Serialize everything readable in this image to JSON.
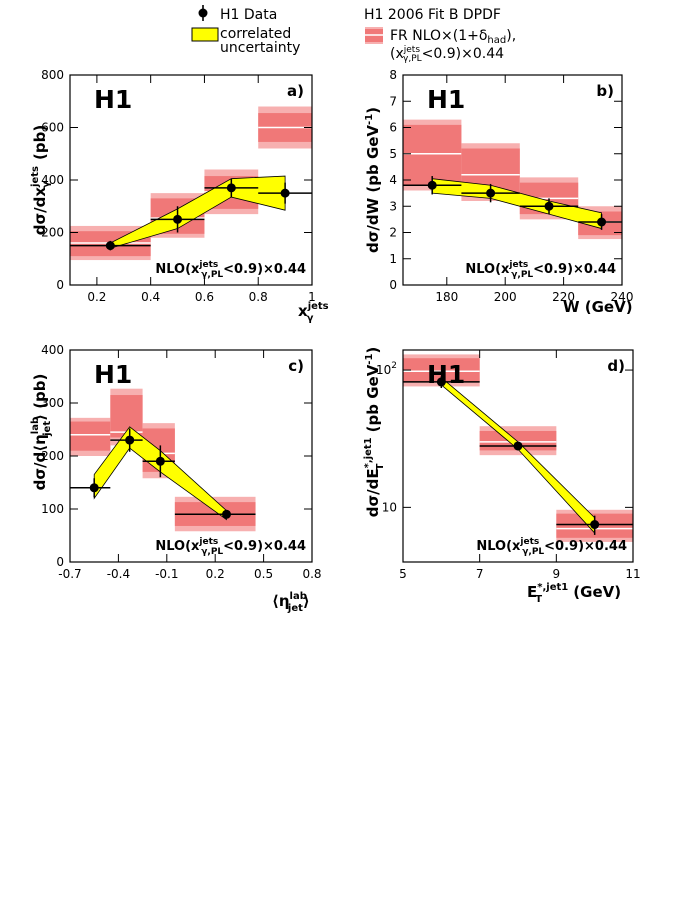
{
  "legend": {
    "data": "H1 Data",
    "corr_1": "correlated",
    "corr_2": "uncertainty",
    "fit": "H1 2006 Fit B DPDF",
    "nlo_1": "FR NLO×(1+δ_had),",
    "nlo_2": "(x_γ,PL^jets<0.9)×0.44"
  },
  "colors": {
    "data": "#000000",
    "band": "#ffff00",
    "band_edge": "#000000",
    "nlo_outer": "#f7b0b0",
    "nlo_inner": "#f07878",
    "nlo_center": "#ffffff"
  },
  "chart_data": [
    {
      "panel": "a",
      "type": "histogram",
      "logo": "H1",
      "tag": "a)",
      "note": "NLO(x_γ,PL^jets<0.9)×0.44",
      "ylabel": "dσ/dx_γ^jets (pb)",
      "xlabel": "x_γ^jets",
      "xlim": [
        0.1,
        1.0
      ],
      "ylim": [
        0,
        800
      ],
      "xticks": [
        0.2,
        0.4,
        0.6,
        0.8,
        1.0
      ],
      "xticklabels": [
        "0.2",
        "0.4",
        "0.6",
        "0.8",
        "1"
      ],
      "yticks": [
        0,
        200,
        400,
        600,
        800
      ],
      "yticklabels": [
        "0",
        "200",
        "400",
        "600",
        "800"
      ],
      "bins": [
        [
          0.1,
          0.4
        ],
        [
          0.4,
          0.6
        ],
        [
          0.6,
          0.8
        ],
        [
          0.8,
          1.0
        ]
      ],
      "data": [
        {
          "x": 0.25,
          "y": 150,
          "err": 18
        },
        {
          "x": 0.5,
          "y": 250,
          "err": 50
        },
        {
          "x": 0.7,
          "y": 370,
          "err": 35
        },
        {
          "x": 0.9,
          "y": 350,
          "err": 40
        }
      ],
      "band": [
        [
          140,
          160
        ],
        [
          215,
          290
        ],
        [
          335,
          405
        ],
        [
          285,
          415
        ]
      ],
      "nlo": [
        {
          "lo": 95,
          "hi": 225,
          "ilo": 110,
          "ihi": 205,
          "c": 160
        },
        {
          "lo": 180,
          "hi": 350,
          "ilo": 195,
          "ihi": 330,
          "c": 255
        },
        {
          "lo": 270,
          "hi": 440,
          "ilo": 290,
          "ihi": 415,
          "c": 355
        },
        {
          "lo": 520,
          "hi": 680,
          "ilo": 545,
          "ihi": 655,
          "c": 600
        }
      ]
    },
    {
      "panel": "b",
      "type": "histogram",
      "logo": "H1",
      "tag": "b)",
      "note": "NLO(x_γ,PL^jets<0.9)×0.44",
      "ylabel": "dσ/dW (pb GeV⁻¹)",
      "xlabel": "W (GeV)",
      "xlim": [
        165,
        240
      ],
      "ylim": [
        0,
        8
      ],
      "xticks": [
        180,
        200,
        220,
        240
      ],
      "xticklabels": [
        "180",
        "200",
        "220",
        "240"
      ],
      "yticks": [
        0,
        1,
        2,
        3,
        4,
        5,
        6,
        7,
        8
      ],
      "yticklabels": [
        "0",
        "1",
        "2",
        "3",
        "4",
        "5",
        "6",
        "7",
        "8"
      ],
      "bins": [
        [
          165,
          185
        ],
        [
          185,
          205
        ],
        [
          205,
          225
        ],
        [
          225,
          242
        ]
      ],
      "data": [
        {
          "x": 175,
          "y": 3.8,
          "err": 0.35
        },
        {
          "x": 195,
          "y": 3.5,
          "err": 0.35
        },
        {
          "x": 215,
          "y": 3.0,
          "err": 0.3
        },
        {
          "x": 233,
          "y": 2.4,
          "err": 0.3
        }
      ],
      "band": [
        [
          3.5,
          4.05
        ],
        [
          3.3,
          3.8
        ],
        [
          2.7,
          3.2
        ],
        [
          2.15,
          2.75
        ]
      ],
      "nlo": [
        {
          "lo": 3.6,
          "hi": 6.3,
          "ilo": 3.8,
          "ihi": 6.1,
          "c": 5.0
        },
        {
          "lo": 3.2,
          "hi": 5.4,
          "ilo": 3.4,
          "ihi": 5.2,
          "c": 4.2
        },
        {
          "lo": 2.5,
          "hi": 4.1,
          "ilo": 2.7,
          "ihi": 3.9,
          "c": 3.3
        },
        {
          "lo": 1.75,
          "hi": 3.0,
          "ilo": 1.9,
          "ihi": 2.8,
          "c": 2.4
        }
      ]
    },
    {
      "panel": "c",
      "type": "histogram",
      "logo": "H1",
      "tag": "c)",
      "note": "NLO(x_γ,PL^jets<0.9)×0.44",
      "ylabel": "dσ/d⟨η_jet^lab⟩ (pb)",
      "xlabel": "⟨η_jet^lab⟩",
      "xlim": [
        -0.7,
        0.8
      ],
      "ylim": [
        0,
        400
      ],
      "xticks": [
        -0.7,
        -0.4,
        -0.1,
        0.2,
        0.5,
        0.8
      ],
      "xticklabels": [
        "-0.7",
        "-0.4",
        "-0.1",
        "0.2",
        "0.5",
        "0.8"
      ],
      "yticks": [
        0,
        100,
        200,
        300,
        400
      ],
      "yticklabels": [
        "0",
        "100",
        "200",
        "300",
        "400"
      ],
      "bins": [
        [
          -0.7,
          -0.45
        ],
        [
          -0.45,
          -0.25
        ],
        [
          -0.25,
          -0.05
        ],
        [
          -0.05,
          0.45
        ]
      ],
      "data": [
        {
          "x": -0.55,
          "y": 140,
          "err": 18
        },
        {
          "x": -0.33,
          "y": 230,
          "err": 22
        },
        {
          "x": -0.14,
          "y": 190,
          "err": 30
        },
        {
          "x": 0.27,
          "y": 90,
          "err": 6
        }
      ],
      "band": [
        [
          120,
          165
        ],
        [
          215,
          255
        ],
        [
          170,
          210
        ],
        [
          80,
          97
        ]
      ],
      "nlo": [
        {
          "lo": 200,
          "hi": 272,
          "ilo": 210,
          "ihi": 265,
          "c": 240
        },
        {
          "lo": 220,
          "hi": 327,
          "ilo": 235,
          "ihi": 315,
          "c": 245
        },
        {
          "lo": 158,
          "hi": 262,
          "ilo": 170,
          "ihi": 252,
          "c": 205
        },
        {
          "lo": 58,
          "hi": 123,
          "ilo": 68,
          "ihi": 113,
          "c": 90
        }
      ]
    },
    {
      "panel": "d",
      "type": "histogram",
      "logo": "H1",
      "tag": "d)",
      "note": "NLO(x_γ,PL^jets<0.9)×0.44",
      "ylabel": "dσ/dE_T^*,jet1 (pb GeV⁻¹)",
      "xlabel": "E_T^*,jet1 (GeV)",
      "xlim": [
        5,
        11
      ],
      "ylim": [
        4,
        140
      ],
      "log_y": true,
      "xticks": [
        5,
        7,
        9,
        11
      ],
      "xticklabels": [
        "5",
        "7",
        "9",
        "11"
      ],
      "yticks": [
        10,
        100
      ],
      "yticklabels": [
        "10",
        "10²"
      ],
      "bins": [
        [
          5,
          7
        ],
        [
          7,
          9
        ],
        [
          9,
          11
        ]
      ],
      "data": [
        {
          "x": 6.0,
          "y": 82,
          "err": 8
        },
        {
          "x": 8.0,
          "y": 28,
          "err": 2
        },
        {
          "x": 10.0,
          "y": 7.5,
          "err": 1.2
        }
      ],
      "band": [
        [
          78,
          88
        ],
        [
          26.5,
          30
        ],
        [
          6.5,
          8.4
        ]
      ],
      "nlo": [
        {
          "lo": 76,
          "hi": 130,
          "ilo": 82,
          "ihi": 122,
          "c": 98
        },
        {
          "lo": 24,
          "hi": 39,
          "ilo": 26,
          "ihi": 36,
          "c": 30
        },
        {
          "lo": 5.6,
          "hi": 9.6,
          "ilo": 6.0,
          "ihi": 9.0,
          "c": 7.0
        }
      ]
    }
  ]
}
